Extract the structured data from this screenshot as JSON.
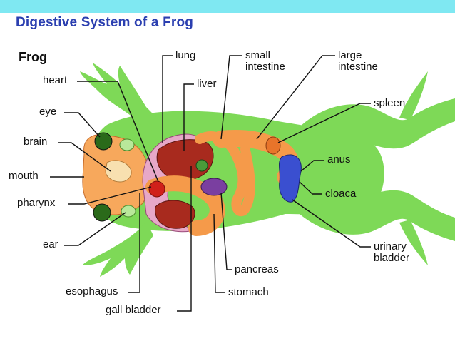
{
  "title": "Digestive System of a Frog",
  "subtitle": "Frog",
  "labels": {
    "heart": "heart",
    "eye": "eye",
    "brain": "brain",
    "mouth": "mouth",
    "pharynx": "pharynx",
    "ear": "ear",
    "esophagus": "esophagus",
    "gall_bladder": "gall bladder",
    "lung": "lung",
    "liver": "liver",
    "small_intestine": "small\nintestine",
    "large_intestine": "large\nintestine",
    "spleen": "spleen",
    "anus": "anus",
    "cloaca": "cloaca",
    "urinary_bladder": "urinary\nbladder",
    "pancreas": "pancreas",
    "stomach": "stomach"
  },
  "colors": {
    "header_bar": "#7fe8f2",
    "title": "#2b3fb0",
    "frog_body": "#7ed957",
    "head": "#f7a85c",
    "intestine": "#f59a4a",
    "liver": "#a82a1e",
    "lung": "#e7a8c8",
    "stomach_dark": "#7a3fa0",
    "bladder": "#3a4fd0",
    "spleen": "#e8742a",
    "gall": "#4a9a3a"
  }
}
